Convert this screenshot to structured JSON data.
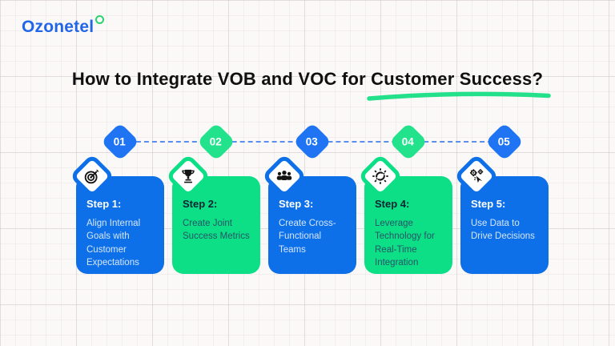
{
  "logo": {
    "text": "Ozonetel",
    "ring_color": "#2bd36f",
    "text_color": "#2166e8"
  },
  "title": {
    "text": "How to Integrate VOB and VOC for Customer Success?",
    "underlined_part": "Customer Success?",
    "underline_color": "#23e08b"
  },
  "colors": {
    "blue": "#0e70e9",
    "green": "#0cdf86",
    "background": "#fbf9f8",
    "connector": "#5a8ff0"
  },
  "timeline": {
    "style": "dashed-connector"
  },
  "steps": [
    {
      "number": "01",
      "variant": "blue",
      "icon": "target-icon",
      "heading": "Step 1:",
      "body": "Align Internal Goals with Customer Expectations"
    },
    {
      "number": "02",
      "variant": "green",
      "icon": "trophy-icon",
      "heading": "Step 2:",
      "body": "Create Joint Success Metrics"
    },
    {
      "number": "03",
      "variant": "blue",
      "icon": "team-icon",
      "heading": "Step 3:",
      "body": "Create Cross-Functional Teams"
    },
    {
      "number": "04",
      "variant": "green",
      "icon": "sync-gear-icon",
      "heading": "Step 4:",
      "body": "Leverage Technology for Real-Time Integration"
    },
    {
      "number": "05",
      "variant": "blue",
      "icon": "automation-gears-icon",
      "heading": "Step 5:",
      "body": "Use Data to Drive Decisions"
    }
  ]
}
